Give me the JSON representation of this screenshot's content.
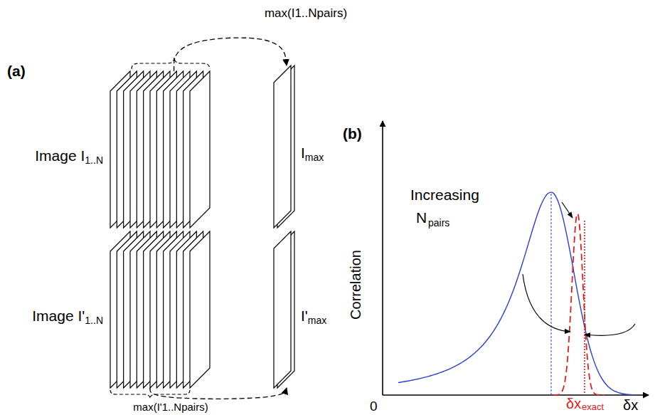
{
  "diagram": {
    "nodes": [
      {
        "text": [
          "Image I",
          "1..N"
        ]
      },
      {
        "text": [
          "I",
          "max"
        ]
      },
      {
        "text": [
          "Image I'",
          "1..N"
        ]
      },
      {
        "text": [
          "I'",
          "max"
        ]
      }
    ],
    "edges": [
      {
        "from": 0,
        "to": 1,
        "arrow": "to",
        "label": "max(I1..Npairs)"
      },
      {
        "from": 2,
        "to": 3,
        "arrow": "to",
        "label": "max(I'1..Npairs)"
      }
    ],
    "labels": [
      "(a)",
      "(b)",
      "Increasing",
      "N",
      "pairs",
      "Correlation",
      "0",
      "δx",
      "exact",
      "δx"
    ]
  }
}
